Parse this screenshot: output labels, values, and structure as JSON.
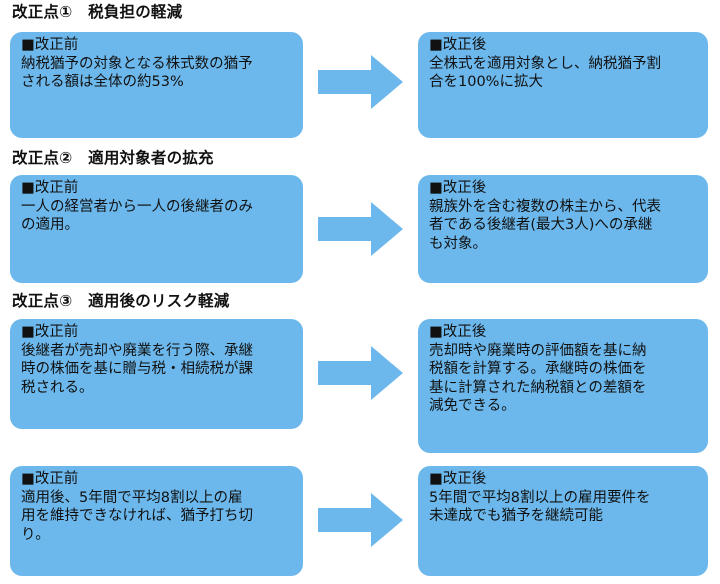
{
  "sections": [
    {
      "heading": "改正点①　税負担の軽減",
      "before": {
        "tag": "■改正前",
        "text": "納税猶予の対象となる株式数の猶予\nされる額は全体の約53%"
      },
      "after": {
        "tag": "■改正後",
        "text": "全株式を適用対象とし、納税猶予割\n合を100%に拡大"
      }
    },
    {
      "heading": "改正点②　適用対象者の拡充",
      "before": {
        "tag": "■改正前",
        "text": "一人の経営者から一人の後継者のみ\nの適用。"
      },
      "after": {
        "tag": "■改正後",
        "text": "親族外を含む複数の株主から、代表\n者である後継者(最大3人)への承継\nも対象。"
      }
    },
    {
      "heading": "改正点③　適用後のリスク軽減",
      "before": {
        "tag": "■改正前",
        "text": "後継者が売却や廃業を行う際、承継\n時の株価を基に贈与税・相続税が課\n税される。"
      },
      "after": {
        "tag": "■改正後",
        "text": "売却時や廃業時の評価額を基に納\n税額を計算する。承継時の株価を\n基に計算された納税額との差額を\n減免できる。"
      }
    },
    {
      "heading": "",
      "before": {
        "tag": "■改正前",
        "text": "適用後、5年間で平均8割以上の雇\n用を維持できなければ、猶予打ち切\nり。"
      },
      "after": {
        "tag": "■改正後",
        "text": "5年間で平均8割以上の雇用要件を\n未達成でも猶予を継続可能"
      }
    }
  ],
  "colors": {
    "box_fill": "#6cb8ec",
    "arrow_fill": "#6cb8ec"
  },
  "icons": {
    "arrow": "right-arrow-icon"
  }
}
